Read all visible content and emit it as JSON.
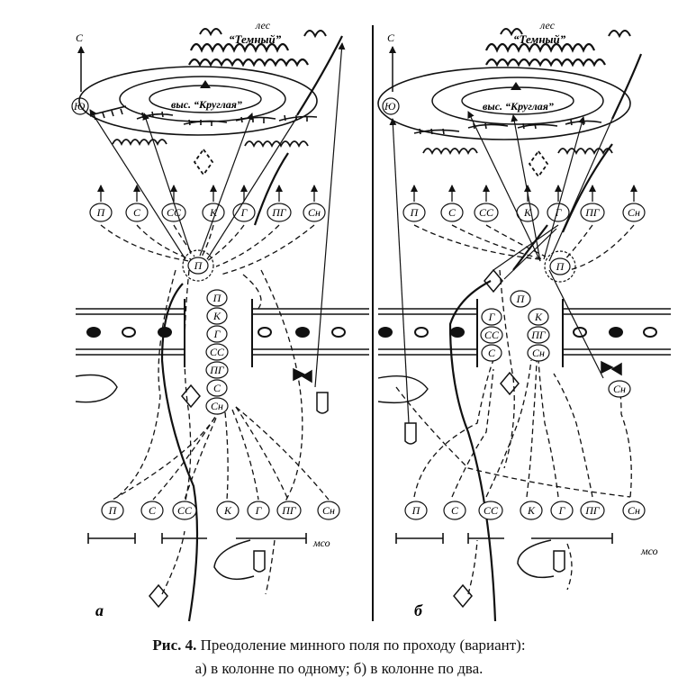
{
  "compass": {
    "north": "С",
    "south": "Ю"
  },
  "forest": {
    "line1": "лес",
    "line2": "“Темный”"
  },
  "height": {
    "label": "выс. “Круглая”"
  },
  "units_a": {
    "top": [
      "П",
      "С",
      "СС",
      "К",
      "Г",
      "ПГ",
      "Сн"
    ],
    "bottom": [
      "П",
      "С",
      "СС",
      "К",
      "Г",
      "ПГ",
      "Сн"
    ],
    "lead": "П",
    "column": [
      "П",
      "К",
      "Г",
      "СС",
      "ПГ",
      "С",
      "Сн"
    ]
  },
  "units_b": {
    "top": [
      "П",
      "С",
      "СС",
      "К",
      "Г",
      "ПГ",
      "Сн"
    ],
    "bottom": [
      "П",
      "С",
      "СС",
      "К",
      "Г",
      "ПГ",
      "Сн"
    ],
    "lead": "П",
    "column_left": [
      "Г",
      "СС",
      "С"
    ],
    "column_right": [
      "П",
      "К",
      "ПГ",
      "Сн"
    ],
    "extra": "Сн"
  },
  "line_label": "мсо",
  "panel_labels": {
    "a": "а",
    "b": "б"
  },
  "caption": {
    "prefix": "Рис. 4.",
    "line1": "Преодоление минного поля по проходу (вариант):",
    "line2": "а) в колонне по одному; б) в колонне по два."
  }
}
